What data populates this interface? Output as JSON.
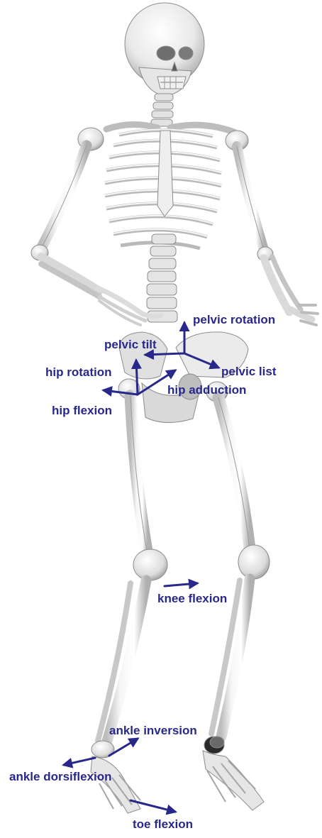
{
  "colors": {
    "label": "#28288a",
    "arrow": "#28288a",
    "bone_light": "#f4f4f4",
    "bone_mid": "#d6d6d6",
    "bone_dark": "#9a9a9a",
    "socket_dark": "#2a2a2a"
  },
  "labels": {
    "pelvic_rotation": "pelvic rotation",
    "pelvic_tilt": "pelvic tilt",
    "pelvic_list": "pelvic list",
    "hip_rotation": "hip rotation",
    "hip_adduction": "hip adduction",
    "hip_flexion": "hip flexion",
    "knee_flexion": "knee flexion",
    "ankle_inversion": "ankle inversion",
    "ankle_dorsiflexion": "ankle dorsiflexion",
    "toe_flexion": "toe flexion"
  }
}
